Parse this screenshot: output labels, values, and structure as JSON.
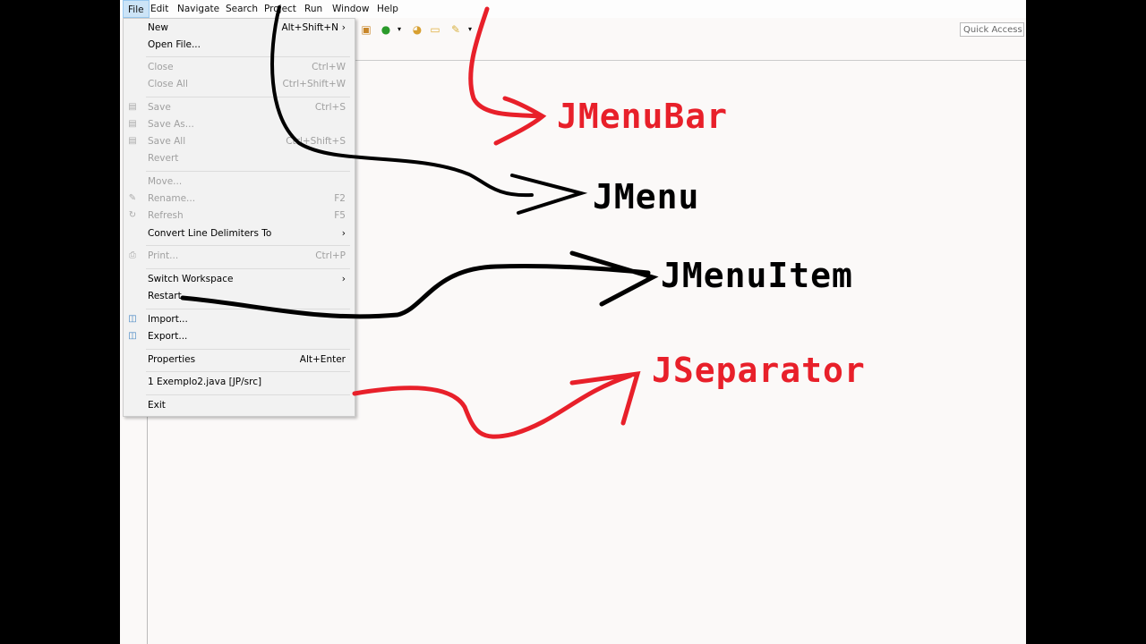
{
  "menubar": {
    "items": [
      "File",
      "Edit",
      "Navigate",
      "Search",
      "Project",
      "Run",
      "Window",
      "Help"
    ]
  },
  "toolbar": {
    "quick_access": "Quick Access",
    "icons": [
      "package-icon",
      "run-icon",
      "dropdown-icon",
      "open-type-icon",
      "open-folder-icon",
      "pin-icon",
      "dropdown-icon"
    ]
  },
  "file_menu": [
    {
      "label": "New",
      "shortcut": "Alt+Shift+N",
      "submenu": true,
      "enabled": true
    },
    {
      "label": "Open File...",
      "shortcut": "",
      "enabled": true
    },
    {
      "label": "Close",
      "shortcut": "Ctrl+W",
      "enabled": false
    },
    {
      "label": "Close All",
      "shortcut": "Ctrl+Shift+W",
      "enabled": false
    },
    {
      "label": "Save",
      "shortcut": "Ctrl+S",
      "enabled": false,
      "icon": "save-icon"
    },
    {
      "label": "Save As...",
      "shortcut": "",
      "enabled": false,
      "icon": "save-as-icon"
    },
    {
      "label": "Save All",
      "shortcut": "Ctrl+Shift+S",
      "enabled": false,
      "icon": "save-all-icon"
    },
    {
      "label": "Revert",
      "shortcut": "",
      "enabled": false
    },
    {
      "label": "Move...",
      "shortcut": "",
      "enabled": false
    },
    {
      "label": "Rename...",
      "shortcut": "F2",
      "enabled": false,
      "icon": "rename-icon"
    },
    {
      "label": "Refresh",
      "shortcut": "F5",
      "enabled": false,
      "icon": "refresh-icon"
    },
    {
      "label": "Convert Line Delimiters To",
      "shortcut": "",
      "submenu": true,
      "enabled": true
    },
    {
      "label": "Print...",
      "shortcut": "Ctrl+P",
      "enabled": false,
      "icon": "print-icon"
    },
    {
      "label": "Switch Workspace",
      "shortcut": "",
      "submenu": true,
      "enabled": true
    },
    {
      "label": "Restart",
      "shortcut": "",
      "enabled": true
    },
    {
      "label": "Import...",
      "shortcut": "",
      "enabled": true,
      "icon": "import-icon"
    },
    {
      "label": "Export...",
      "shortcut": "",
      "enabled": true,
      "icon": "export-icon"
    },
    {
      "label": "Properties",
      "shortcut": "Alt+Enter",
      "enabled": true
    },
    {
      "label": "1 Exemplo2.java  [JP/src]",
      "shortcut": "",
      "enabled": true
    },
    {
      "label": "Exit",
      "shortcut": "",
      "enabled": true
    }
  ],
  "annotations": {
    "menubar": {
      "text": "JMenuBar",
      "color": "#e8202a"
    },
    "menu": {
      "text": "JMenu",
      "color": "#000000"
    },
    "menuitem": {
      "text": "JMenuItem",
      "color": "#000000"
    },
    "separator": {
      "text": "JSeparator",
      "color": "#e8202a"
    }
  }
}
